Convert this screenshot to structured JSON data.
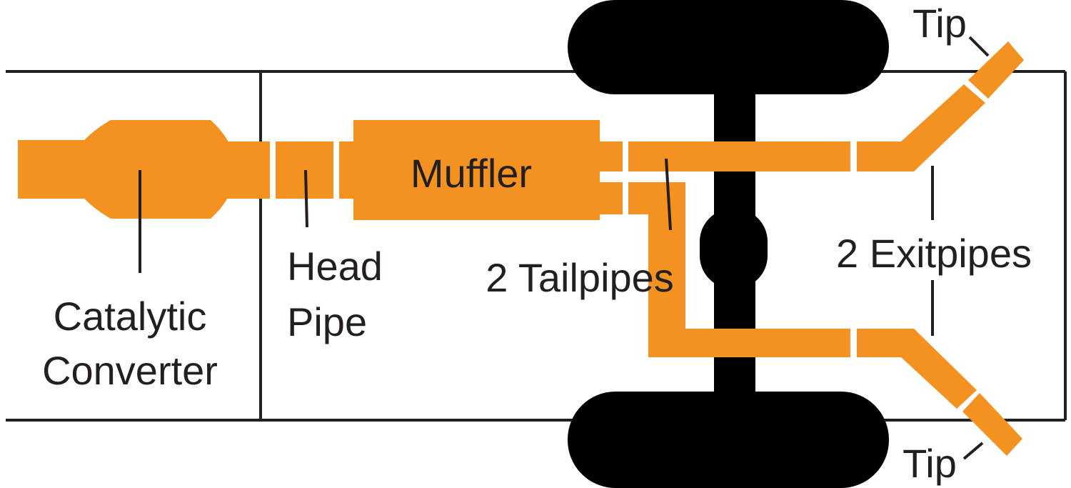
{
  "colors": {
    "pipe": "#f39220",
    "ink": "#231f20",
    "background": "#ffffff"
  },
  "labels": {
    "catalytic_line1": "Catalytic",
    "catalytic_line2": "Converter",
    "head_line1": "Head",
    "head_line2": "Pipe",
    "muffler": "Muffler",
    "tailpipes": "2 Tailpipes",
    "exitpipes": "2 Exitpipes",
    "tip_top": "Tip",
    "tip_bottom": "Tip"
  }
}
